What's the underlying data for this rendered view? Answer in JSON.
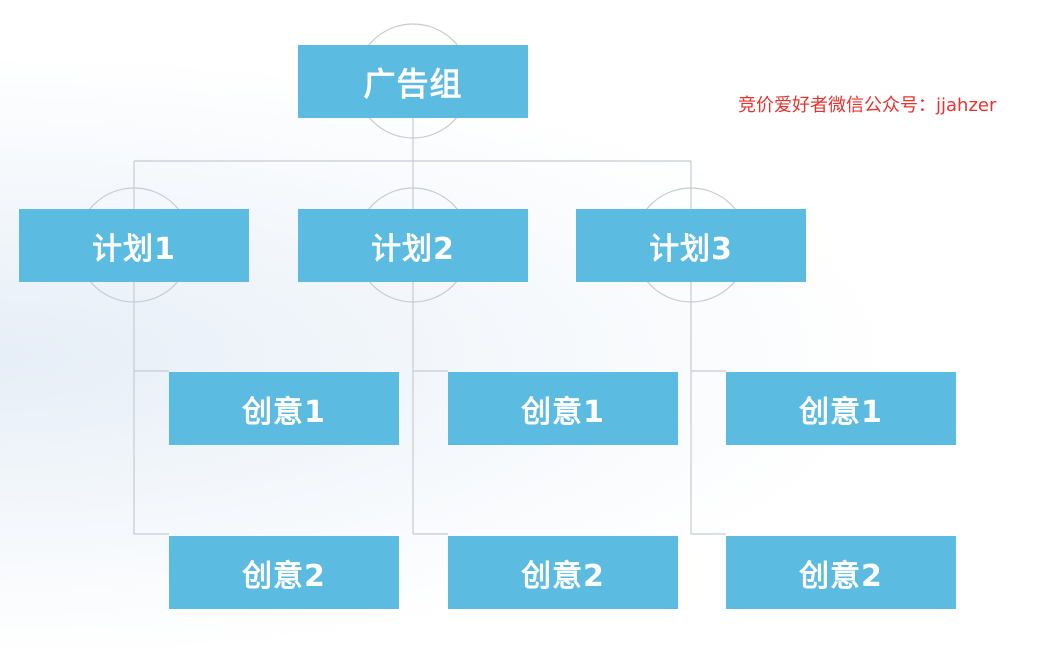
{
  "root": {
    "label": "广告组"
  },
  "plans": [
    {
      "label": "计划1",
      "ideas": [
        "创意1",
        "创意2"
      ]
    },
    {
      "label": "计划2",
      "ideas": [
        "创意1",
        "创意2"
      ]
    },
    {
      "label": "计划3",
      "ideas": [
        "创意1",
        "创意2"
      ]
    }
  ],
  "watermark": "竞价爱好者微信公众号：jjahzer",
  "colors": {
    "box": "#5bbbe0",
    "connector": "#c6cbd1",
    "watermark": "#e8322e"
  }
}
